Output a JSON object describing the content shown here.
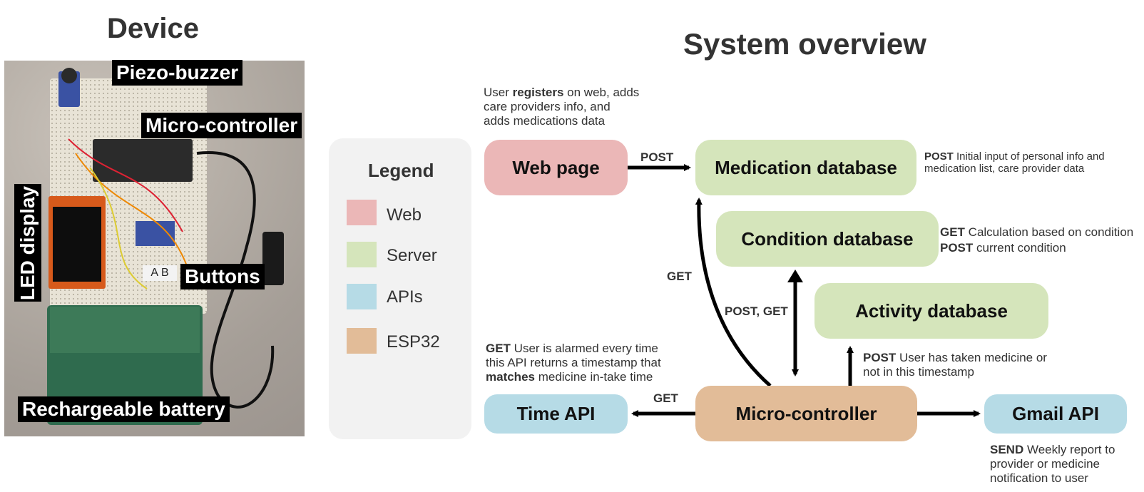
{
  "headings": {
    "device": "Device",
    "system": "System overview"
  },
  "photo_labels": {
    "piezo": "Piezo-buzzer",
    "micro": "Micro-controller",
    "led": "LED display",
    "buttons": "Buttons",
    "battery": "Rechargeable battery",
    "key_a": "A",
    "key_b": "B"
  },
  "legend": {
    "title": "Legend",
    "items": [
      {
        "label": "Web",
        "color": "#ebb7b7"
      },
      {
        "label": "Server",
        "color": "#d5e5bb"
      },
      {
        "label": "APIs",
        "color": "#b6dbe6"
      },
      {
        "label": "ESP32",
        "color": "#e2bc98"
      }
    ]
  },
  "nodes": {
    "web": "Web page",
    "med": "Medication database",
    "cond": "Condition database",
    "act": "Activity database",
    "mc": "Micro-controller",
    "time": "Time API",
    "gmail": "Gmail API"
  },
  "edges": {
    "web_med": "POST",
    "mc_med": "GET",
    "mc_cond": "POST,  GET",
    "mc_time": "GET"
  },
  "notes": {
    "register": {
      "pre": "User ",
      "bold": "registers",
      "post": " on web, adds\ncare providers info, and\nadds medications data"
    },
    "med": {
      "bold": "POST",
      "post": " Initial input of personal info and\nmedication list, care provider data"
    },
    "cond1": {
      "bold": "GET",
      "post": " Calculation based on condition"
    },
    "cond2": {
      "bold": "POST",
      "post": " current condition"
    },
    "act": {
      "bold": "POST",
      "post": " User has taken medicine or\nnot in this timestamp"
    },
    "time1": {
      "bold": "GET",
      "post": " User is alarmed every time\nthis API returns a timestamp that"
    },
    "time2": {
      "bold": "matches",
      "post": " medicine in-take time"
    },
    "gmail": {
      "bold": "SEND",
      "post": " Weekly report to\nprovider or medicine\nnotification to user"
    }
  },
  "colors": {
    "web": "#ebb7b7",
    "server": "#d5e5bb",
    "api": "#b6dbe6",
    "esp32": "#e2bc98"
  }
}
